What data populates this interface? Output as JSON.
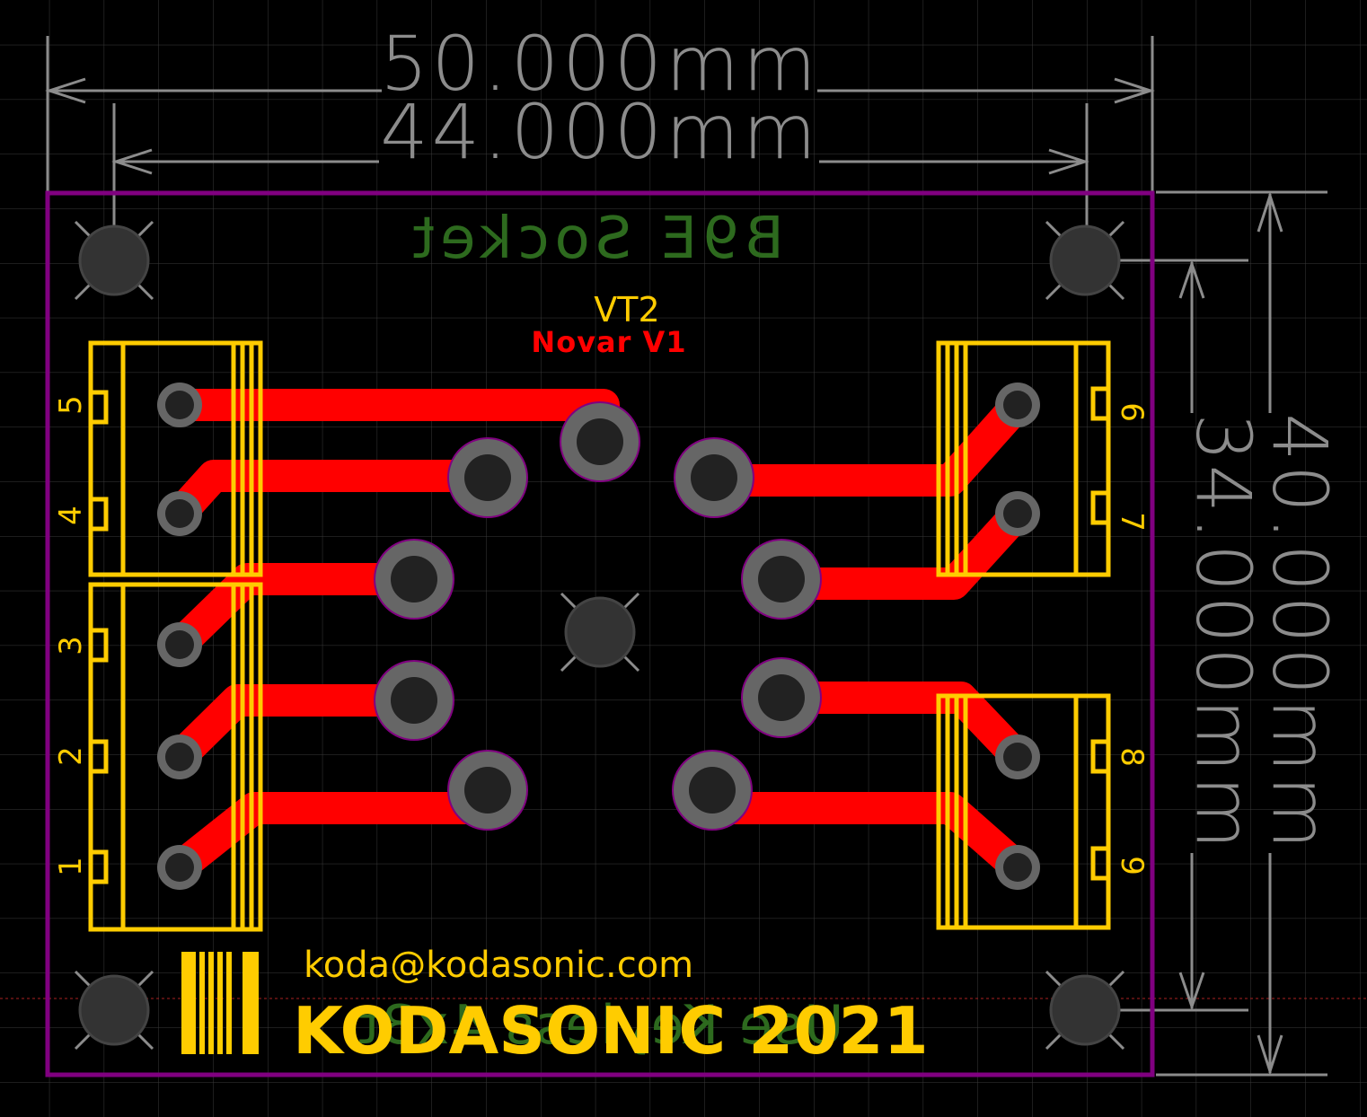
{
  "colors": {
    "background": "#000000",
    "grid": "#3a3a3a",
    "board_outline": "#800080",
    "trace": "#ff0000",
    "silkscreen": "#ffcc00",
    "bottom_silk": "#2d6a1e",
    "dimension": "#8c8c8c",
    "pad_ring": "#666666",
    "pad_hole": "#222222",
    "label_red": "#ff0000"
  },
  "dimensions": {
    "board_width": "50.000mm",
    "hole_spacing_x": "44.000mm",
    "board_height": "40.000mm",
    "hole_spacing_y": "34.000mm"
  },
  "labels": {
    "bottom_title": "B9E Socket",
    "ref_designator": "VT2",
    "variant": "Novar V1",
    "email": "koda@kodasonic.com",
    "brand": "KODASONIC 2021",
    "bottom_mirror_text": "Use Keyless 4x3t"
  },
  "pin_numbers": {
    "left": [
      "5",
      "4",
      "3",
      "2",
      "1"
    ],
    "right": [
      "6",
      "7",
      "8",
      "9"
    ]
  },
  "icons": {
    "logo": "kodasonic-bars-logo",
    "mounting_hole": "mounting-hole-icon",
    "socket_pin": "socket-pad-icon"
  }
}
